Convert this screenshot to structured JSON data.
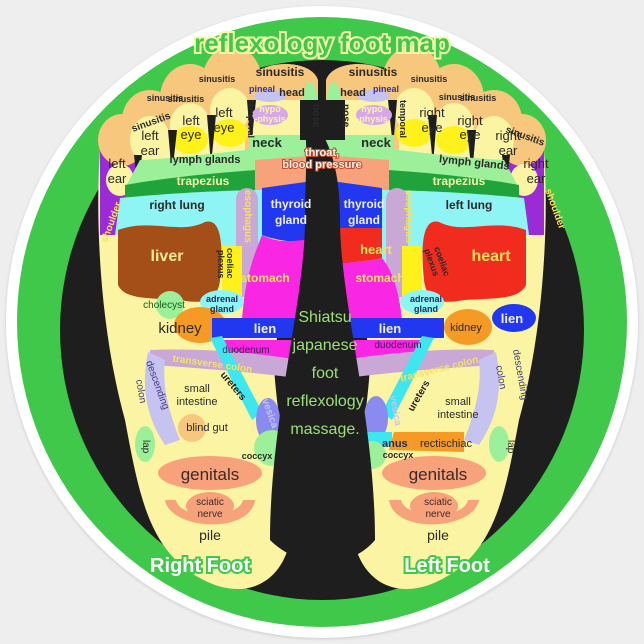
{
  "title": "reflexology foot map",
  "center_text": [
    "Shiatsu",
    "japanese",
    "foot",
    "reflexology",
    "massage."
  ],
  "foot_labels": {
    "right": "Right Foot",
    "left": "Left Foot"
  },
  "colors": {
    "ring_green": "#3fc84a",
    "black": "#1e1e1e",
    "foot_yellow": "#fbf5a3",
    "toe_orange": "#f7c77e",
    "light_green": "#9df09a",
    "dark_green": "#1fa33a",
    "cyan": "#8ef4f4",
    "purple": "#9a2bd6",
    "liver_brown": "#a44e18",
    "heart_red": "#f22b1f",
    "blue": "#2238f0",
    "magenta": "#f926e3",
    "salmon": "#f8a27b",
    "lavender": "#c9a8d6",
    "orange": "#f59a24",
    "periwinkle": "#c7c3f0",
    "text_yellow": "#f7e25d",
    "text_dark": "#2a2a2a",
    "text_navy": "#1b2a5a",
    "center_green": "#9de07a"
  },
  "right_foot": {
    "toes": [
      "sinusitis",
      "sinusitis",
      "sinusitis",
      "sinusitis",
      "sinusitis"
    ],
    "head": "head",
    "pineal": "pineal",
    "hypophysis": [
      "hypo",
      "-physis"
    ],
    "temporal": "temporal",
    "nose": "nose",
    "left_eye_1": [
      "left",
      "eye"
    ],
    "left_eye_2": [
      "left",
      "eye"
    ],
    "left_ear_1": [
      "left",
      "ear"
    ],
    "left_ear_2": [
      "left",
      "ear"
    ],
    "neck": "neck",
    "lymph_glands": "lymph glands",
    "trapezius": "trapezius",
    "shoulder": "shoulder",
    "lung": "right lung",
    "esophagus": "esophagus",
    "thyroid": [
      "thyroid",
      "gland"
    ],
    "liver": "liver",
    "coeliac": [
      "coeliac",
      "plexus"
    ],
    "stomach": "stomach",
    "cholecyst": "cholecyst",
    "adrenal": [
      "adrenal",
      "gland"
    ],
    "kidney": "kidney",
    "lien": "lien",
    "duodenum": "duodenum",
    "transverse_colon": "transverse colon",
    "descending_colon": [
      "descending",
      "colon"
    ],
    "ureters": "ureters",
    "small_intestine": [
      "small",
      "intestine"
    ],
    "vesica": "vesica",
    "blind_gut": "blind gut",
    "lap": "lap",
    "coccyx": "coccyx",
    "genitals": "genitals",
    "sciatic": [
      "sciatic",
      "nerve"
    ],
    "pile": "pile"
  },
  "left_foot": {
    "toes": [
      "sinusitis",
      "sinusitis",
      "sinusitis",
      "sinusitis",
      "sinusitis"
    ],
    "head": "head",
    "pineal": "pineal",
    "hypophysis": [
      "hypo",
      "-physis"
    ],
    "temporal": "temporal",
    "nose": "nose",
    "right_eye_1": [
      "right",
      "eye"
    ],
    "right_eye_2": [
      "right",
      "eye"
    ],
    "right_ear_1": [
      "right",
      "ear"
    ],
    "right_ear_2": [
      "right",
      "ear"
    ],
    "neck": "neck",
    "lymph_glands": "lymph glands",
    "trapezius": "trapezius",
    "shoulder": "shoulder",
    "lung": "left lung",
    "esophagus": "esophagus",
    "thyroid": [
      "thyroid",
      "gland"
    ],
    "heart_small": "heart",
    "heart": "heart",
    "coeliac": [
      "coeliac",
      "plexus"
    ],
    "stomach": "stomach",
    "adrenal": [
      "adrenal",
      "gland"
    ],
    "kidney": "kidney",
    "lien_inner": "lien",
    "lien_outer": "lien",
    "duodenum": "duodenum",
    "transverse_colon": "transverse colon",
    "descending_colon": [
      "descending",
      "colon"
    ],
    "ureters": "ureters",
    "small_intestine": [
      "small",
      "intestine"
    ],
    "vesica": "vesica",
    "anus": "anus",
    "rectischiac": "rectischiac",
    "lap": "lap",
    "coccyx": "coccyx",
    "genitals": "genitals",
    "sciatic": [
      "sciatic",
      "nerve"
    ],
    "pile": "pile"
  },
  "shared": {
    "throat": [
      "throat,",
      "blood pressure"
    ]
  }
}
